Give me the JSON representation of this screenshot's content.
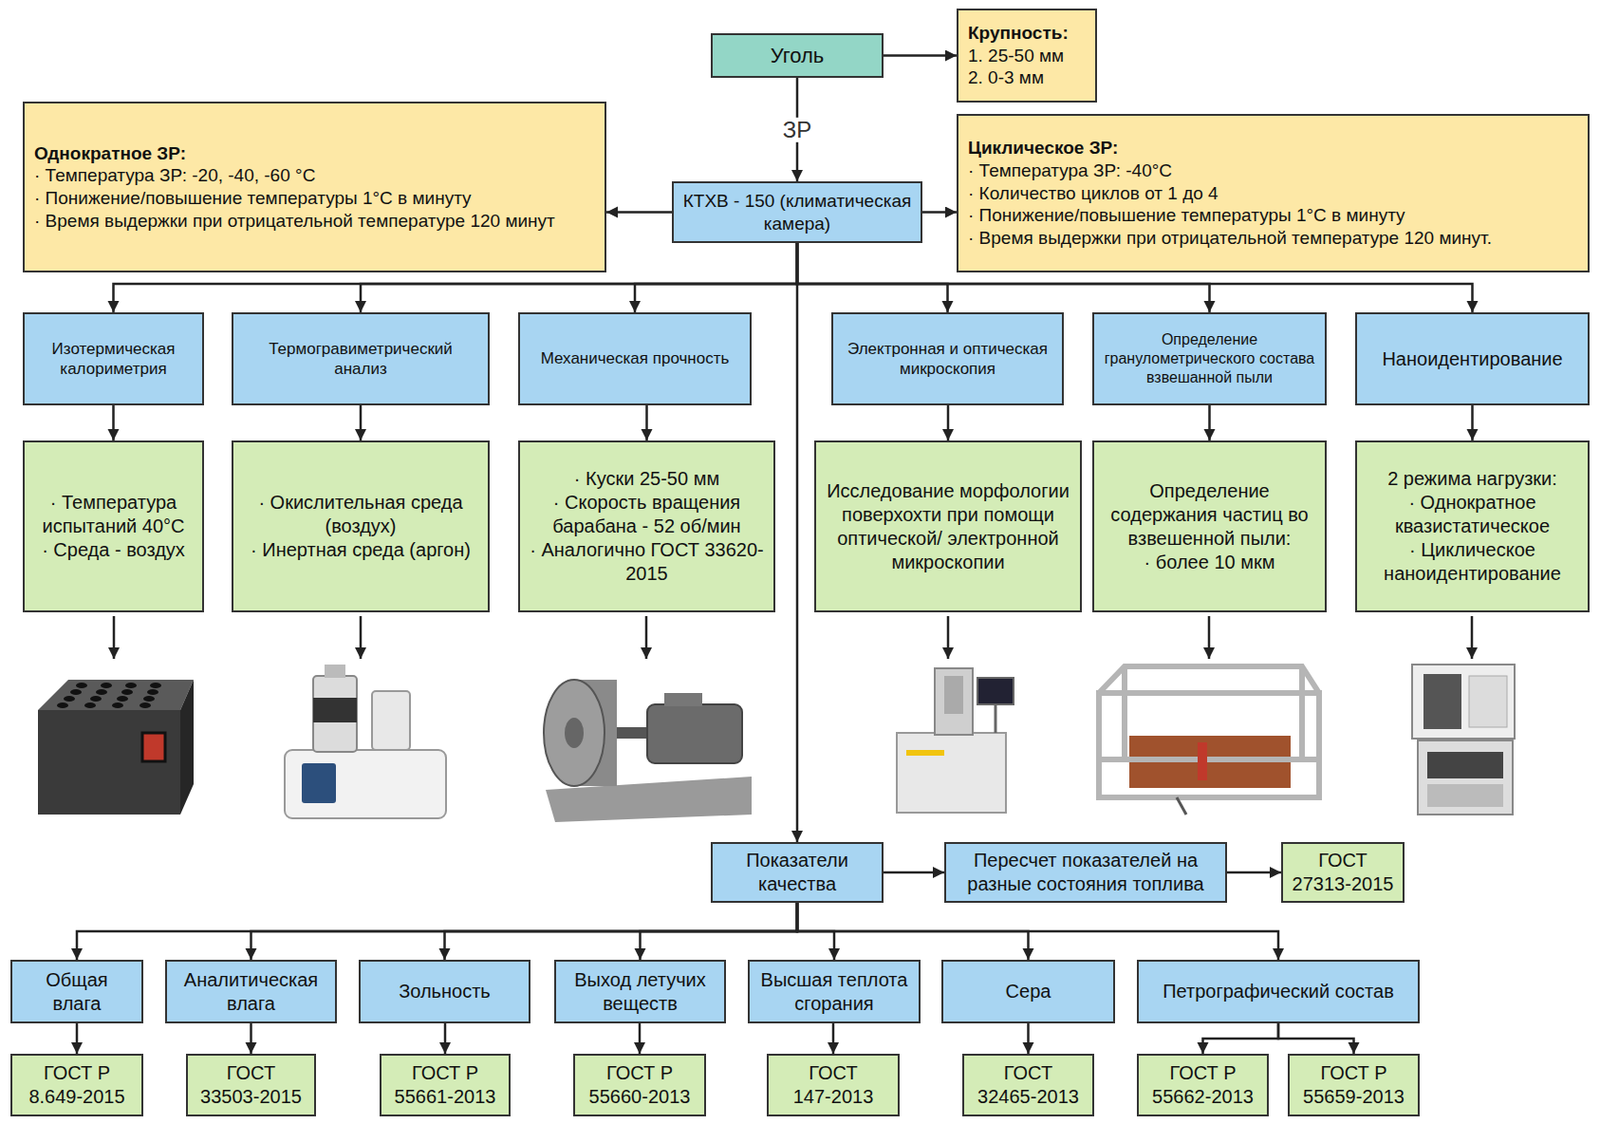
{
  "diagram": {
    "nodes": [
      {
        "text": [
          "Уголь"
        ]
      },
      {
        "text": [
          "Крупность:",
          "1. 25-50 мм",
          "2. 0-3 мм"
        ]
      },
      {
        "text": [
          "Однократное ЗР:",
          "· Температура ЗР: -20, -40, -60 °C",
          "· Понижение/повышение температуры 1°C в минуту",
          "· Время выдержки при отрицательной температуре 120 минут"
        ]
      },
      {
        "text": [
          "КТХВ - 150 (климатическая камера)"
        ]
      },
      {
        "text": [
          "Циклическое ЗР:",
          "· Температура ЗР: -40°C",
          "· Количество циклов от 1 до 4",
          "· Понижение/повышение температуры 1°C в минуту",
          "· Время выдержки при отрицательной температуре 120 минут."
        ]
      },
      {
        "text": [
          "Изотермическая калориметрия"
        ]
      },
      {
        "text": [
          "Термогравиметрический анализ"
        ]
      },
      {
        "text": [
          "Механическая прочность"
        ]
      },
      {
        "text": [
          "Электронная и оптическая микроскопия"
        ]
      },
      {
        "text": [
          "Определение гранулометрического состава взвешанной пыли"
        ]
      },
      {
        "text": [
          "Наноидентирование"
        ]
      },
      {
        "text": [
          "· Температура испытаний 40°C",
          "· Среда - воздух"
        ]
      },
      {
        "text": [
          "· Окислительная среда (воздух)",
          "· Инертная среда (аргон)"
        ]
      },
      {
        "text": [
          "· Куски 25-50 мм",
          "· Скорость вращения барабана - 52 об/мин",
          "· Аналогично ГОСТ 33620-2015"
        ]
      },
      {
        "text": [
          "Исследование морфологии поверхохти при помощи оптической/ электронной микроскопии"
        ]
      },
      {
        "text": [
          "Определение содержания частиц во взвешенной пыли:",
          "· более 10 мкм"
        ]
      },
      {
        "text": [
          "2 режима нагрузки:",
          "· Однократное квазистатическое",
          "· Циклическое наноидентирование"
        ]
      },
      {
        "text": [
          "Показатели качества"
        ]
      },
      {
        "text": [
          "Пересчет показателей на разные состояния топлива"
        ]
      },
      {
        "text": [
          "ГОСТ 27313-2015"
        ]
      },
      {
        "text": [
          "Общая влага"
        ]
      },
      {
        "text": [
          "Аналитическая влага"
        ]
      },
      {
        "text": [
          "Зольность"
        ]
      },
      {
        "text": [
          "Выход летучих веществ"
        ]
      },
      {
        "text": [
          "Высшая теплота сгорания"
        ]
      },
      {
        "text": [
          "Сера"
        ]
      },
      {
        "text": [
          "Петрографический состав"
        ]
      },
      {
        "text": [
          "ГОСТ Р 8.649-2015"
        ]
      },
      {
        "text": [
          "ГОСТ 33503-2015"
        ]
      },
      {
        "text": [
          "ГОСТ Р 55661-2013"
        ]
      },
      {
        "text": [
          "ГОСТ Р 55660-2013"
        ]
      },
      {
        "text": [
          "ГОСТ 147-2013"
        ]
      },
      {
        "text": [
          "ГОСТ 32465-2013"
        ]
      },
      {
        "text": [
          "ГОСТ Р 55662-2013"
        ]
      },
      {
        "text": [
          "ГОСТ Р 55659-2013"
        ]
      }
    ],
    "edges": [
      {
        "from": 0,
        "to": 1,
        "arrow": "to"
      },
      {
        "from": 0,
        "to": 3,
        "label": "ЗР",
        "arrow": "to"
      },
      {
        "from": 3,
        "to": 2,
        "arrow": "to"
      },
      {
        "from": 3,
        "to": 4,
        "arrow": "to"
      },
      {
        "from": 3,
        "to": 5,
        "arrow": "to"
      },
      {
        "from": 3,
        "to": 6,
        "arrow": "to"
      },
      {
        "from": 3,
        "to": 7,
        "arrow": "to"
      },
      {
        "from": 3,
        "to": 8,
        "arrow": "to"
      },
      {
        "from": 3,
        "to": 9,
        "arrow": "to"
      },
      {
        "from": 3,
        "to": 10,
        "arrow": "to"
      },
      {
        "from": 3,
        "to": 17,
        "arrow": "to"
      },
      {
        "from": 5,
        "to": 11,
        "arrow": "to"
      },
      {
        "from": 6,
        "to": 12,
        "arrow": "to"
      },
      {
        "from": 7,
        "to": 13,
        "arrow": "to"
      },
      {
        "from": 8,
        "to": 14,
        "arrow": "to"
      },
      {
        "from": 9,
        "to": 15,
        "arrow": "to"
      },
      {
        "from": 10,
        "to": 16,
        "arrow": "to"
      },
      {
        "from": 17,
        "to": 18,
        "arrow": "to"
      },
      {
        "from": 18,
        "to": 19,
        "arrow": "to"
      },
      {
        "from": 17,
        "to": 20,
        "arrow": "to"
      },
      {
        "from": 17,
        "to": 21,
        "arrow": "to"
      },
      {
        "from": 17,
        "to": 22,
        "arrow": "to"
      },
      {
        "from": 17,
        "to": 23,
        "arrow": "to"
      },
      {
        "from": 17,
        "to": 24,
        "arrow": "to"
      },
      {
        "from": 17,
        "to": 25,
        "arrow": "to"
      },
      {
        "from": 17,
        "to": 26,
        "arrow": "to"
      },
      {
        "from": 20,
        "to": 27,
        "arrow": "to"
      },
      {
        "from": 21,
        "to": 28,
        "arrow": "to"
      },
      {
        "from": 22,
        "to": 29,
        "arrow": "to"
      },
      {
        "from": 23,
        "to": 30,
        "arrow": "to"
      },
      {
        "from": 24,
        "to": 31,
        "arrow": "to"
      },
      {
        "from": 25,
        "to": 32,
        "arrow": "to"
      },
      {
        "from": 26,
        "to": 33,
        "arrow": "to"
      },
      {
        "from": 26,
        "to": 34,
        "arrow": "to"
      }
    ]
  }
}
